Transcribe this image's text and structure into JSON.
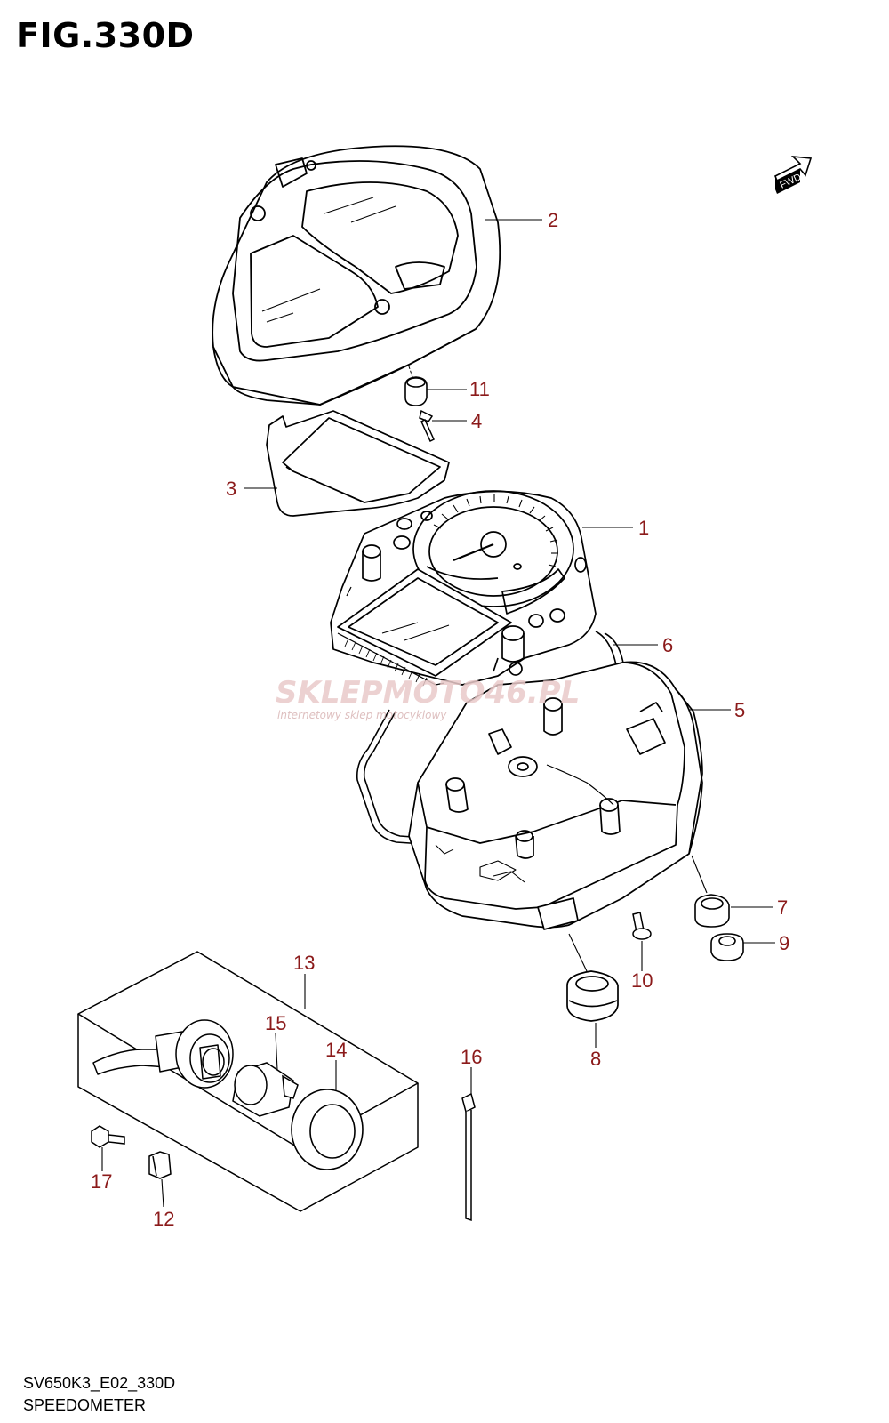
{
  "figure": {
    "title": "FIG.330D",
    "code": "SV650K3_E02_330D",
    "name": "SPEEDOMETER",
    "direction_badge": "FWD"
  },
  "watermark": {
    "main": "SKLEPMOTO46.PL",
    "sub": "internetowy sklep motocyklowy"
  },
  "callouts": [
    "1",
    "2",
    "3",
    "4",
    "5",
    "6",
    "7",
    "8",
    "9",
    "10",
    "11",
    "12",
    "13",
    "14",
    "15",
    "16",
    "17"
  ],
  "colors": {
    "callout": "#8b1a1a",
    "line": "#000000",
    "watermark": "#e9c9c9"
  }
}
